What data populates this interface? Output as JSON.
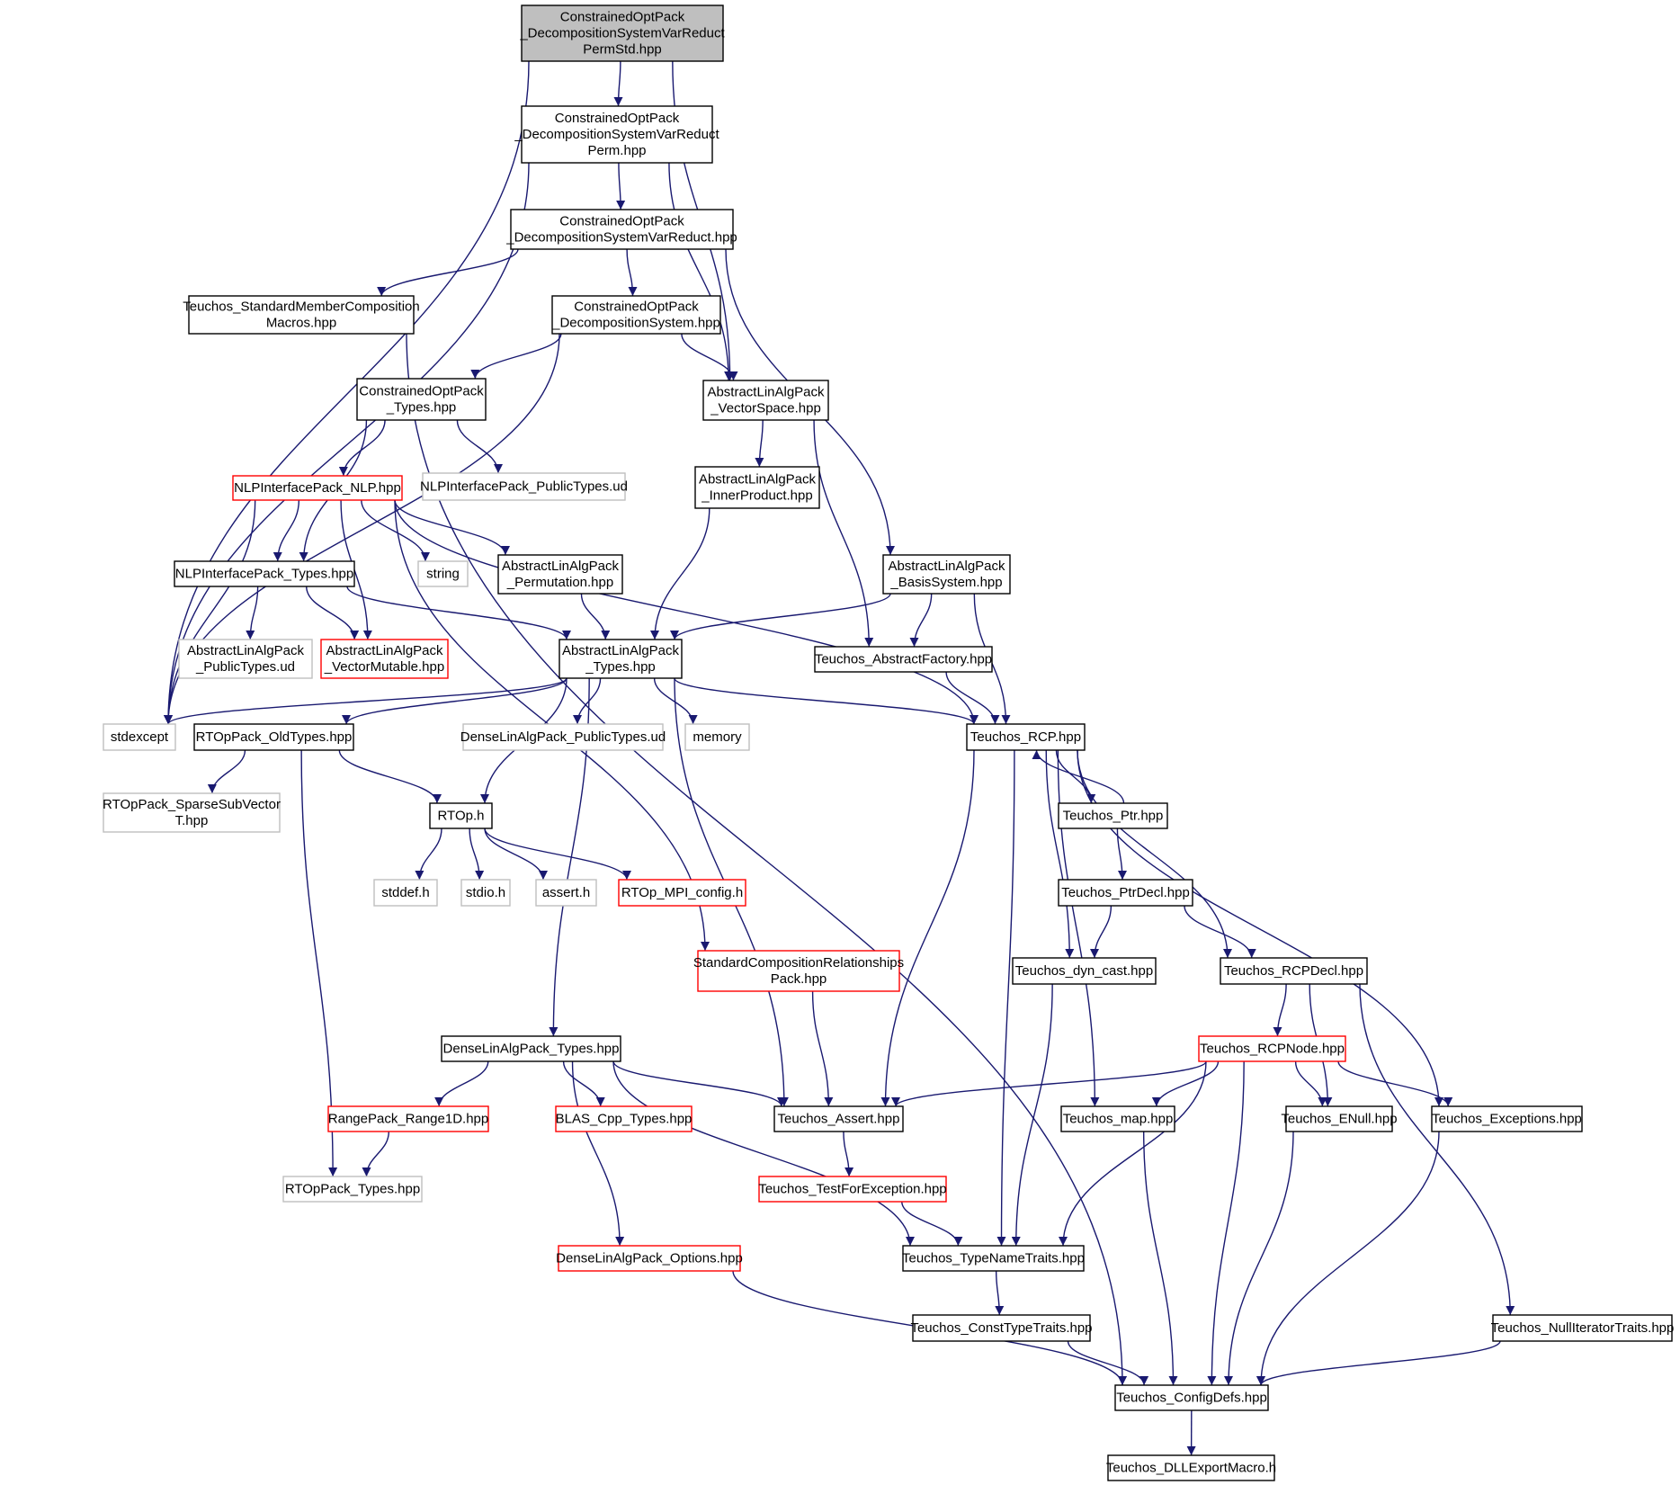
{
  "colors": {
    "edge": "#191970",
    "border_default": "#000000",
    "border_truncated": "#ff0000",
    "border_external": "#bfbfbf",
    "fill_default": "#ffffff",
    "fill_root": "#bfbfbf",
    "text": "#000000"
  },
  "nodes": [
    {
      "id": "root",
      "lines": [
        "ConstrainedOptPack",
        "_DecompositionSystemVarReduct",
        "PermStd.hpp"
      ],
      "kind": "root"
    },
    {
      "id": "perm",
      "lines": [
        "ConstrainedOptPack",
        "_DecompositionSystemVarReduct",
        "Perm.hpp"
      ],
      "kind": "default"
    },
    {
      "id": "varred",
      "lines": [
        "ConstrainedOptPack",
        "_DecompositionSystemVarReduct.hpp"
      ],
      "kind": "default"
    },
    {
      "id": "stdmem",
      "lines": [
        "Teuchos_StandardMemberComposition",
        "Macros.hpp"
      ],
      "kind": "default"
    },
    {
      "id": "decomp",
      "lines": [
        "ConstrainedOptPack",
        "_DecompositionSystem.hpp"
      ],
      "kind": "default"
    },
    {
      "id": "cotypes",
      "lines": [
        "ConstrainedOptPack",
        "_Types.hpp"
      ],
      "kind": "default"
    },
    {
      "id": "vspace",
      "lines": [
        "AbstractLinAlgPack",
        "_VectorSpace.hpp"
      ],
      "kind": "default"
    },
    {
      "id": "nlp",
      "lines": [
        "NLPInterfacePack_NLP.hpp"
      ],
      "kind": "truncated"
    },
    {
      "id": "nlppub",
      "lines": [
        "NLPInterfacePack_PublicTypes.ud"
      ],
      "kind": "external"
    },
    {
      "id": "inner",
      "lines": [
        "AbstractLinAlgPack",
        "_InnerProduct.hpp"
      ],
      "kind": "default"
    },
    {
      "id": "basis",
      "lines": [
        "AbstractLinAlgPack",
        "_BasisSystem.hpp"
      ],
      "kind": "default"
    },
    {
      "id": "nlptypes",
      "lines": [
        "NLPInterfacePack_Types.hpp"
      ],
      "kind": "default"
    },
    {
      "id": "string",
      "lines": [
        "string"
      ],
      "kind": "external"
    },
    {
      "id": "permut",
      "lines": [
        "AbstractLinAlgPack",
        "_Permutation.hpp"
      ],
      "kind": "default"
    },
    {
      "id": "alapub",
      "lines": [
        "AbstractLinAlgPack",
        "_PublicTypes.ud"
      ],
      "kind": "external"
    },
    {
      "id": "vmut",
      "lines": [
        "AbstractLinAlgPack",
        "_VectorMutable.hpp"
      ],
      "kind": "truncated"
    },
    {
      "id": "alatypes",
      "lines": [
        "AbstractLinAlgPack",
        "_Types.hpp"
      ],
      "kind": "default"
    },
    {
      "id": "absfact",
      "lines": [
        "Teuchos_AbstractFactory.hpp"
      ],
      "kind": "default"
    },
    {
      "id": "stdexcept",
      "lines": [
        "stdexcept"
      ],
      "kind": "external"
    },
    {
      "id": "rtopold",
      "lines": [
        "RTOpPack_OldTypes.hpp"
      ],
      "kind": "default"
    },
    {
      "id": "dlapub",
      "lines": [
        "DenseLinAlgPack_PublicTypes.ud"
      ],
      "kind": "external"
    },
    {
      "id": "memory",
      "lines": [
        "memory"
      ],
      "kind": "external"
    },
    {
      "id": "rcp",
      "lines": [
        "Teuchos_RCP.hpp"
      ],
      "kind": "default"
    },
    {
      "id": "sparse",
      "lines": [
        "RTOpPack_SparseSubVector",
        "T.hpp"
      ],
      "kind": "external"
    },
    {
      "id": "rtoph",
      "lines": [
        "RTOp.h"
      ],
      "kind": "default"
    },
    {
      "id": "ptr",
      "lines": [
        "Teuchos_Ptr.hpp"
      ],
      "kind": "default"
    },
    {
      "id": "stddef",
      "lines": [
        "stddef.h"
      ],
      "kind": "external"
    },
    {
      "id": "stdio",
      "lines": [
        "stdio.h"
      ],
      "kind": "external"
    },
    {
      "id": "assert",
      "lines": [
        "assert.h"
      ],
      "kind": "external"
    },
    {
      "id": "mpi",
      "lines": [
        "RTOp_MPI_config.h"
      ],
      "kind": "truncated"
    },
    {
      "id": "ptrdecl",
      "lines": [
        "Teuchos_PtrDecl.hpp"
      ],
      "kind": "default"
    },
    {
      "id": "stdcomp",
      "lines": [
        "StandardCompositionRelationships",
        "Pack.hpp"
      ],
      "kind": "truncated"
    },
    {
      "id": "dyncast",
      "lines": [
        "Teuchos_dyn_cast.hpp"
      ],
      "kind": "default"
    },
    {
      "id": "rcpdecl",
      "lines": [
        "Teuchos_RCPDecl.hpp"
      ],
      "kind": "default"
    },
    {
      "id": "dlatypes",
      "lines": [
        "DenseLinAlgPack_Types.hpp"
      ],
      "kind": "default"
    },
    {
      "id": "rcpnode",
      "lines": [
        "Teuchos_RCPNode.hpp"
      ],
      "kind": "truncated"
    },
    {
      "id": "range",
      "lines": [
        "RangePack_Range1D.hpp"
      ],
      "kind": "truncated"
    },
    {
      "id": "blas",
      "lines": [
        "BLAS_Cpp_Types.hpp"
      ],
      "kind": "truncated"
    },
    {
      "id": "tassert",
      "lines": [
        "Teuchos_Assert.hpp"
      ],
      "kind": "default"
    },
    {
      "id": "tmap",
      "lines": [
        "Teuchos_map.hpp"
      ],
      "kind": "default"
    },
    {
      "id": "enull",
      "lines": [
        "Teuchos_ENull.hpp"
      ],
      "kind": "default"
    },
    {
      "id": "texc",
      "lines": [
        "Teuchos_Exceptions.hpp"
      ],
      "kind": "default"
    },
    {
      "id": "rtoptypes",
      "lines": [
        "RTOpPack_Types.hpp"
      ],
      "kind": "external"
    },
    {
      "id": "testexc",
      "lines": [
        "Teuchos_TestForException.hpp"
      ],
      "kind": "truncated"
    },
    {
      "id": "dlaopt",
      "lines": [
        "DenseLinAlgPack_Options.hpp"
      ],
      "kind": "truncated"
    },
    {
      "id": "tname",
      "lines": [
        "Teuchos_TypeNameTraits.hpp"
      ],
      "kind": "default"
    },
    {
      "id": "consttype",
      "lines": [
        "Teuchos_ConstTypeTraits.hpp"
      ],
      "kind": "default"
    },
    {
      "id": "nulliter",
      "lines": [
        "Teuchos_NullIteratorTraits.hpp"
      ],
      "kind": "default"
    },
    {
      "id": "config",
      "lines": [
        "Teuchos_ConfigDefs.hpp"
      ],
      "kind": "default"
    },
    {
      "id": "dll",
      "lines": [
        "Teuchos_DLLExportMacro.h"
      ],
      "kind": "default"
    }
  ],
  "edges": [
    [
      "root",
      "perm"
    ],
    [
      "root",
      "stdexcept"
    ],
    [
      "root",
      "vspace"
    ],
    [
      "perm",
      "varred"
    ],
    [
      "perm",
      "stdexcept"
    ],
    [
      "perm",
      "vspace"
    ],
    [
      "varred",
      "stdmem"
    ],
    [
      "varred",
      "decomp"
    ],
    [
      "varred",
      "basis"
    ],
    [
      "stdmem",
      "config"
    ],
    [
      "decomp",
      "cotypes"
    ],
    [
      "decomp",
      "vspace"
    ],
    [
      "decomp",
      "stdexcept"
    ],
    [
      "cotypes",
      "nlp"
    ],
    [
      "cotypes",
      "nlppub"
    ],
    [
      "cotypes",
      "nlptypes"
    ],
    [
      "vspace",
      "inner"
    ],
    [
      "vspace",
      "absfact"
    ],
    [
      "inner",
      "alatypes"
    ],
    [
      "nlp",
      "nlptypes"
    ],
    [
      "nlp",
      "string"
    ],
    [
      "nlp",
      "permut"
    ],
    [
      "nlp",
      "vmut"
    ],
    [
      "nlp",
      "stdexcept"
    ],
    [
      "nlp",
      "stdcomp"
    ],
    [
      "nlp",
      "rcp"
    ],
    [
      "nlptypes",
      "alapub"
    ],
    [
      "nlptypes",
      "vmut"
    ],
    [
      "nlptypes",
      "alatypes"
    ],
    [
      "permut",
      "alatypes"
    ],
    [
      "basis",
      "alatypes"
    ],
    [
      "basis",
      "absfact"
    ],
    [
      "basis",
      "rcp"
    ],
    [
      "absfact",
      "rcp"
    ],
    [
      "alatypes",
      "stdexcept"
    ],
    [
      "alatypes",
      "rtopold"
    ],
    [
      "alatypes",
      "dlapub"
    ],
    [
      "alatypes",
      "memory"
    ],
    [
      "alatypes",
      "rcp"
    ],
    [
      "alatypes",
      "rtoph"
    ],
    [
      "alatypes",
      "dlatypes"
    ],
    [
      "alatypes",
      "tassert"
    ],
    [
      "rtopold",
      "sparse"
    ],
    [
      "rtopold",
      "rtoph"
    ],
    [
      "rtopold",
      "rtoptypes"
    ],
    [
      "rtoph",
      "stddef"
    ],
    [
      "rtoph",
      "stdio"
    ],
    [
      "rtoph",
      "assert"
    ],
    [
      "rtoph",
      "mpi"
    ],
    [
      "rcp",
      "ptr"
    ],
    [
      "rcp",
      "dyncast"
    ],
    [
      "rcp",
      "rcpdecl"
    ],
    [
      "rcp",
      "tassert"
    ],
    [
      "rcp",
      "tmap"
    ],
    [
      "rcp",
      "texc"
    ],
    [
      "rcp",
      "tname"
    ],
    [
      "ptr",
      "rcp"
    ],
    [
      "ptr",
      "ptrdecl"
    ],
    [
      "ptrdecl",
      "dyncast"
    ],
    [
      "ptrdecl",
      "rcpdecl"
    ],
    [
      "dyncast",
      "tname"
    ],
    [
      "rcpdecl",
      "rcpnode"
    ],
    [
      "rcpdecl",
      "enull"
    ],
    [
      "rcpdecl",
      "nulliter"
    ],
    [
      "rcpnode",
      "tassert"
    ],
    [
      "rcpnode",
      "tmap"
    ],
    [
      "rcpnode",
      "enull"
    ],
    [
      "rcpnode",
      "texc"
    ],
    [
      "rcpnode",
      "tname"
    ],
    [
      "rcpnode",
      "config"
    ],
    [
      "stdcomp",
      "tassert"
    ],
    [
      "dlatypes",
      "range"
    ],
    [
      "dlatypes",
      "blas"
    ],
    [
      "dlatypes",
      "tassert"
    ],
    [
      "dlatypes",
      "dlaopt"
    ],
    [
      "dlatypes",
      "tname"
    ],
    [
      "range",
      "rtoptypes"
    ],
    [
      "tassert",
      "testexc"
    ],
    [
      "testexc",
      "tname"
    ],
    [
      "tname",
      "consttype"
    ],
    [
      "consttype",
      "config"
    ],
    [
      "dlaopt",
      "config"
    ],
    [
      "tmap",
      "config"
    ],
    [
      "enull",
      "config"
    ],
    [
      "texc",
      "config"
    ],
    [
      "nulliter",
      "config"
    ],
    [
      "config",
      "dll"
    ]
  ]
}
